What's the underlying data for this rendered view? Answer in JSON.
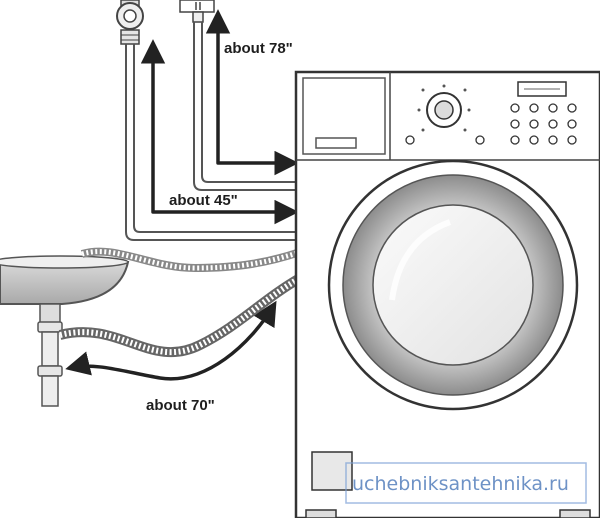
{
  "labels": {
    "power_distance": "about 78\"",
    "water_hose_distance": "about 45\"",
    "drain_hose_distance": "about 70\""
  },
  "watermark": "uchebniksantehnika.ru",
  "icons": {
    "water_tap": "tap-icon",
    "power_outlet": "outlet-icon",
    "washing_machine": "washing-machine-icon",
    "sink": "sink-icon"
  },
  "colors": {
    "line": "#3a3a3a",
    "outline": "#555555",
    "watermark": "#4a78b8"
  }
}
